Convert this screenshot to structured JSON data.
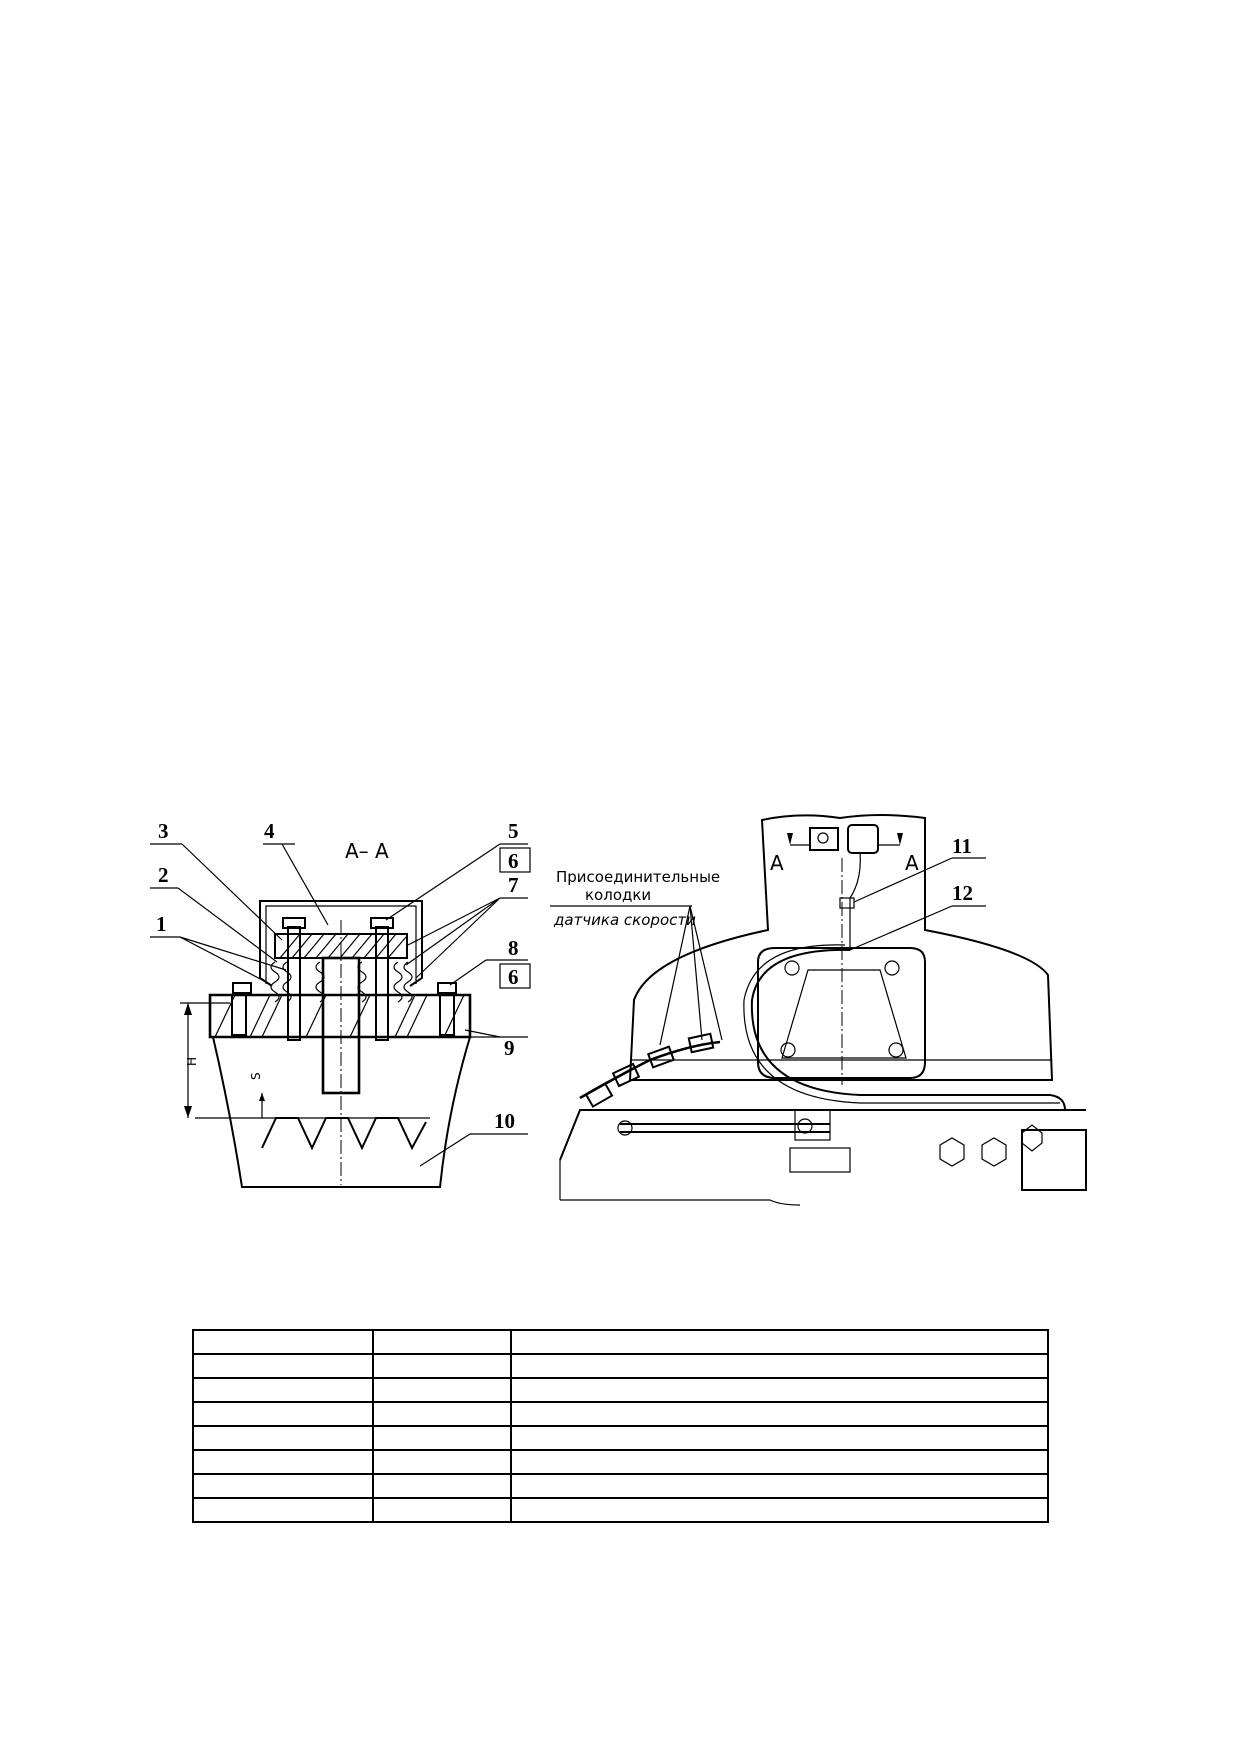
{
  "figure": {
    "section_label": "А– А",
    "callouts_left": [
      "1",
      "2",
      "3",
      "4",
      "5",
      "6",
      "7",
      "8",
      "6",
      "9",
      "10"
    ],
    "callouts_right": [
      "11",
      "12"
    ],
    "dimension_H": "Н",
    "dimension_S": "S",
    "view_mark_left": "А",
    "view_mark_right": "А",
    "note_line1": "Присоединительные",
    "note_line2": "колодки",
    "note_line3": "датчика скорости"
  },
  "table": {
    "rows": 8,
    "columns": 3,
    "cells": [
      [
        "",
        "",
        ""
      ],
      [
        "",
        "",
        ""
      ],
      [
        "",
        "",
        ""
      ],
      [
        "",
        "",
        ""
      ],
      [
        "",
        "",
        ""
      ],
      [
        "",
        "",
        ""
      ],
      [
        "",
        "",
        ""
      ],
      [
        "",
        "",
        ""
      ]
    ]
  }
}
